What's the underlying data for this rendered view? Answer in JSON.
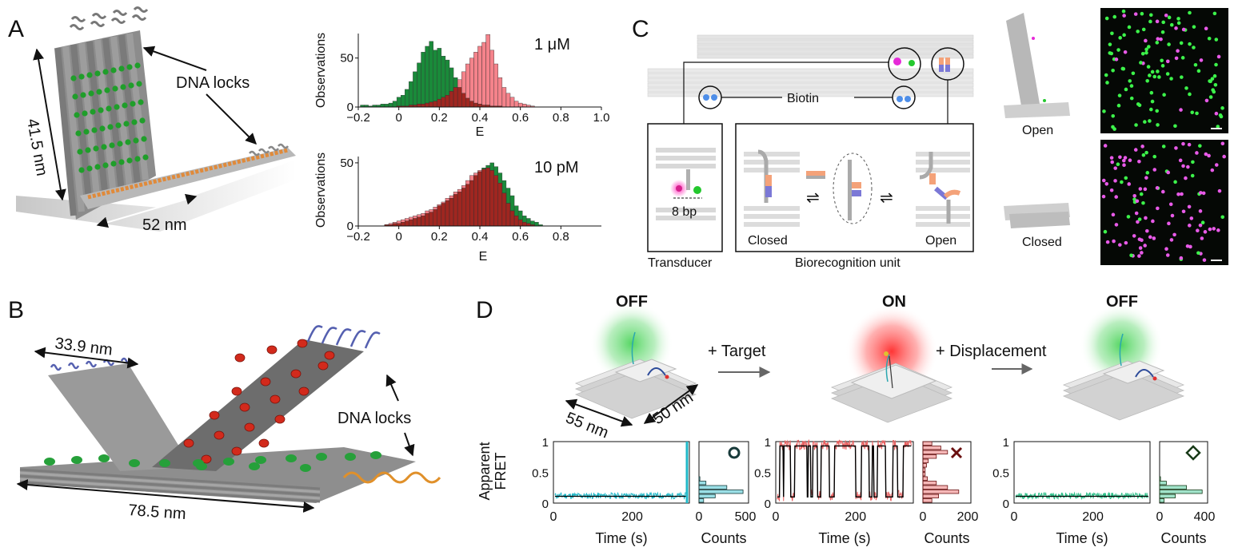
{
  "panels": {
    "A": {
      "label": "A",
      "dim_height": "41.5 nm",
      "dim_width": "52 nm",
      "locks": "DNA locks",
      "hist_top": {
        "condition": "1 μM",
        "ylabel": "Observations",
        "xlabel": "E",
        "xticks": [
          "−0.2",
          "0",
          "0.2",
          "0.4",
          "0.6",
          "0.8",
          "1.0"
        ],
        "yticks": [
          "0",
          "50"
        ]
      },
      "hist_bottom": {
        "condition": "10 pM",
        "ylabel": "Observations",
        "xlabel": "E",
        "xticks": [
          "−0.2",
          "0",
          "0.2",
          "0.4",
          "0.6",
          "0.8"
        ],
        "yticks": [
          "0",
          "50"
        ]
      }
    },
    "B": {
      "label": "B",
      "dim_top": "33.9 nm",
      "dim_bottom": "78.5 nm",
      "locks": "DNA locks"
    },
    "C": {
      "label": "C",
      "biotin": "Biotin",
      "bp": "8 bp",
      "closed": "Closed",
      "open": "Open",
      "transducer": "Transducer",
      "biorecognition": "Biorecognition unit",
      "model_open": "Open",
      "model_closed": "Closed"
    },
    "D": {
      "label": "D",
      "states": [
        "OFF",
        "ON",
        "OFF"
      ],
      "target": "+ Target",
      "displacement": "+ Displacement",
      "dim_a": "55 nm",
      "dim_b": "50 nm",
      "ylabel1": "Apparent",
      "ylabel2": "FRET",
      "yticks": [
        "0",
        "0.5",
        "1"
      ],
      "traces": [
        {
          "xticks": [
            "0",
            "200"
          ],
          "xlabel": "Time (s)",
          "count_ticks": [
            "0",
            "500"
          ],
          "count_label": "Counts",
          "marker": "circle"
        },
        {
          "xticks": [
            "0",
            "200"
          ],
          "xlabel": "Time (s)",
          "count_ticks": [
            "0",
            "200"
          ],
          "count_label": "Counts",
          "marker": "cross"
        },
        {
          "xticks": [
            "0",
            "200"
          ],
          "xlabel": "Time (s)",
          "count_ticks": [
            "0",
            "400"
          ],
          "count_label": "Counts",
          "marker": "diamond"
        }
      ]
    }
  },
  "chart_data": [
    {
      "type": "bar",
      "title": "1 μM",
      "xlabel": "E",
      "ylabel": "Observations",
      "xlim": [
        -0.2,
        1.0
      ],
      "ylim": [
        0,
        75
      ],
      "bin_width": 0.02,
      "x": [
        -0.18,
        -0.16,
        -0.14,
        -0.12,
        -0.1,
        -0.08,
        -0.06,
        -0.04,
        -0.02,
        0.0,
        0.02,
        0.04,
        0.06,
        0.08,
        0.1,
        0.12,
        0.14,
        0.16,
        0.18,
        0.2,
        0.22,
        0.24,
        0.26,
        0.28,
        0.3,
        0.32,
        0.34,
        0.36,
        0.38,
        0.4,
        0.42,
        0.44,
        0.46,
        0.48,
        0.5,
        0.52,
        0.54,
        0.56,
        0.58,
        0.6,
        0.62,
        0.64,
        0.66
      ],
      "series": [
        {
          "name": "",
          "color": "#1a8a3a",
          "values": [
            2,
            2,
            1,
            2,
            2,
            3,
            3,
            4,
            6,
            10,
            12,
            18,
            26,
            36,
            45,
            56,
            62,
            67,
            58,
            60,
            52,
            48,
            40,
            30,
            20,
            14,
            9,
            6,
            4,
            3,
            2,
            2,
            1,
            1,
            1,
            0,
            0,
            0,
            0,
            0,
            0,
            0,
            0
          ]
        },
        {
          "name": "",
          "color": "#f2606a",
          "values": [
            0,
            0,
            0,
            0,
            0,
            0,
            0,
            0,
            0,
            1,
            1,
            1,
            2,
            2,
            3,
            3,
            4,
            5,
            6,
            8,
            10,
            12,
            16,
            20,
            28,
            36,
            44,
            50,
            56,
            62,
            66,
            74,
            58,
            44,
            30,
            20,
            14,
            10,
            6,
            4,
            3,
            2,
            1
          ]
        }
      ]
    },
    {
      "type": "bar",
      "title": "10 pM",
      "xlabel": "E",
      "ylabel": "Observations",
      "xlim": [
        -0.2,
        1.0
      ],
      "ylim": [
        0,
        55
      ],
      "bin_width": 0.02,
      "x": [
        -0.06,
        -0.04,
        -0.02,
        0.0,
        0.02,
        0.04,
        0.06,
        0.08,
        0.1,
        0.12,
        0.14,
        0.16,
        0.18,
        0.2,
        0.22,
        0.24,
        0.26,
        0.28,
        0.3,
        0.32,
        0.34,
        0.36,
        0.38,
        0.4,
        0.42,
        0.44,
        0.46,
        0.48,
        0.5,
        0.52,
        0.54,
        0.56,
        0.58,
        0.6,
        0.62,
        0.64,
        0.66,
        0.68,
        0.7
      ],
      "series": [
        {
          "name": "",
          "color": "#1a8a3a",
          "values": [
            1,
            1,
            2,
            2,
            3,
            4,
            5,
            6,
            7,
            8,
            10,
            11,
            13,
            16,
            18,
            20,
            22,
            25,
            27,
            30,
            33,
            36,
            40,
            43,
            46,
            48,
            50,
            47,
            42,
            36,
            30,
            24,
            16,
            12,
            8,
            6,
            4,
            3,
            1
          ]
        },
        {
          "name": "",
          "color": "#f2606a",
          "values": [
            1,
            2,
            3,
            4,
            5,
            6,
            7,
            8,
            9,
            10,
            12,
            13,
            15,
            17,
            19,
            22,
            24,
            27,
            29,
            32,
            36,
            40,
            42,
            44,
            45,
            46,
            44,
            40,
            34,
            26,
            18,
            12,
            8,
            5,
            3,
            2,
            1,
            0,
            0
          ]
        }
      ]
    }
  ]
}
